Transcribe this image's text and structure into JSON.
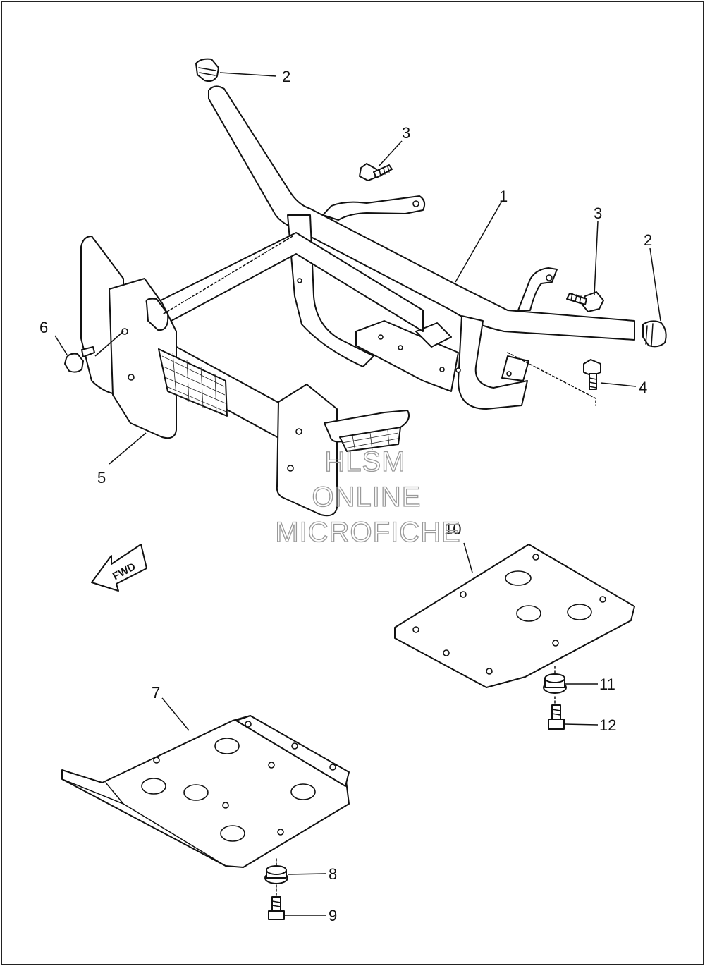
{
  "callouts": {
    "c1": "1",
    "c2a": "2",
    "c2b": "2",
    "c3a": "3",
    "c3b": "3",
    "c4": "4",
    "c5": "5",
    "c6": "6",
    "c7": "7",
    "c8": "8",
    "c9": "9",
    "c10": "10",
    "c11": "11",
    "c12": "12"
  },
  "direction_label": "FWD",
  "watermark": {
    "line1": "HLSM",
    "line2": "ONLINE",
    "line3": "MICROFICHE"
  },
  "colors": {
    "line": "#111111",
    "background": "#ffffff",
    "watermark": "#999999"
  }
}
